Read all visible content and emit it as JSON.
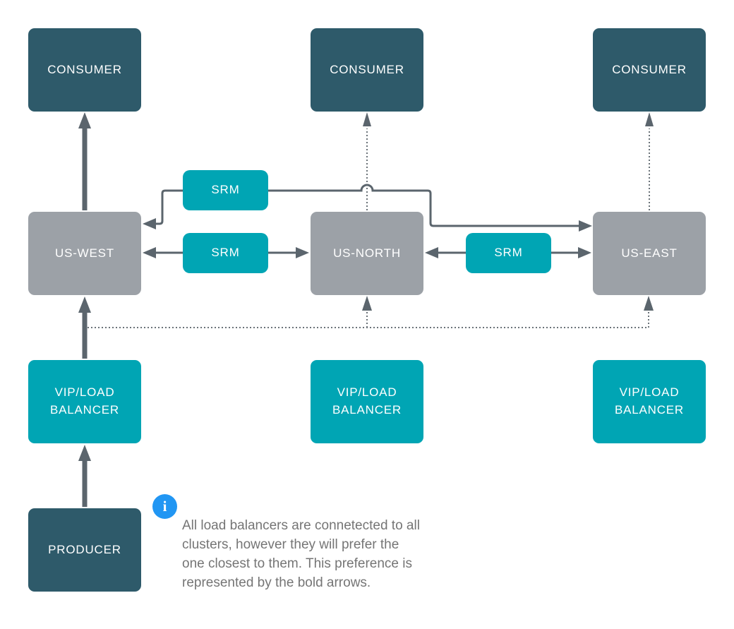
{
  "nodes": {
    "consumer_west": {
      "label": "CONSUMER"
    },
    "consumer_north": {
      "label": "CONSUMER"
    },
    "consumer_east": {
      "label": "CONSUMER"
    },
    "cluster_west": {
      "label": "US-WEST"
    },
    "cluster_north": {
      "label": "US-NORTH"
    },
    "cluster_east": {
      "label": "US-EAST"
    },
    "srm_top": {
      "label": "SRM"
    },
    "srm_west_north": {
      "label": "SRM"
    },
    "srm_north_east": {
      "label": "SRM"
    },
    "lb_west": {
      "label": "VIP/LOAD\nBALANCER"
    },
    "lb_north": {
      "label": "VIP/LOAD\nBALANCER"
    },
    "lb_east": {
      "label": "VIP/LOAD\nBALANCER"
    },
    "producer": {
      "label": "PRODUCER"
    }
  },
  "note": {
    "icon_glyph": "i",
    "text": "All load balancers are connetected to all\nclusters, however they will prefer the\none closest to them. This preference is\nrepresented by the bold arrows."
  },
  "colors": {
    "consumer_producer": "#2E5A6A",
    "cluster": "#9CA1A7",
    "srm_lb": "#00A5B4",
    "arrow": "#5B656D",
    "dotted_line": "#6B7379",
    "note_text": "#757575",
    "info_icon": "#2196F3",
    "background": "#FFFFFF"
  }
}
